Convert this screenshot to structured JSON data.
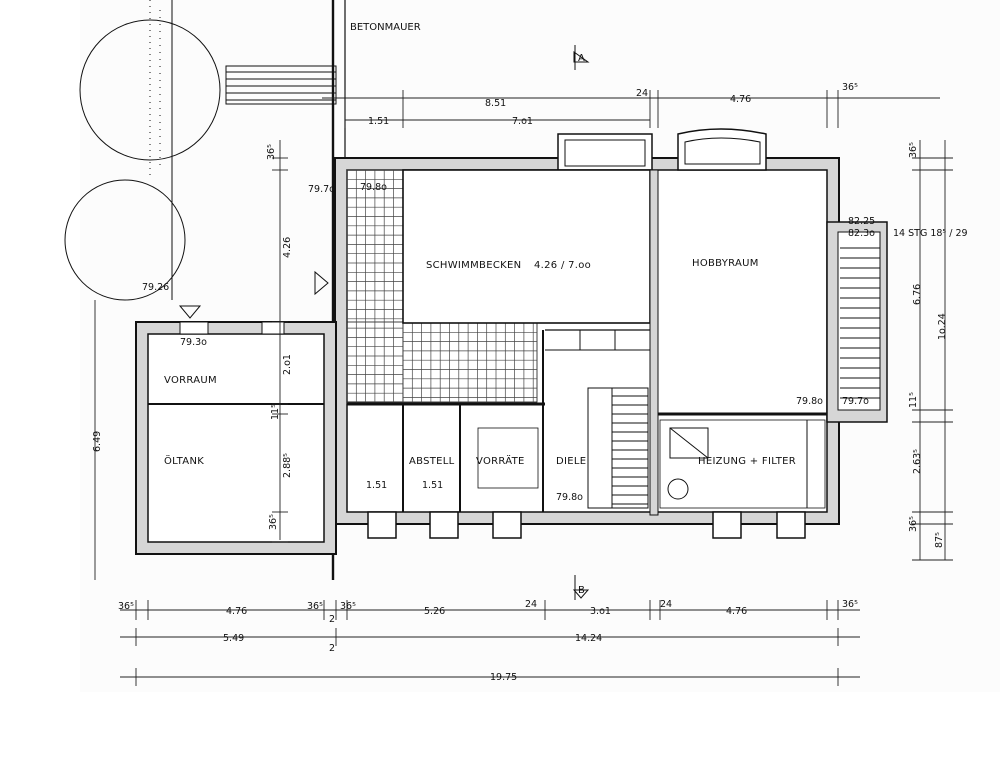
{
  "labels": {
    "betonmauer": "BETONMAUER",
    "section_a": "A",
    "section_b": "B",
    "schwimmbecken": "SCHWIMMBECKEN",
    "schwimmbecken_size": "4.26 / 7.oo",
    "hobbyraum": "HOBBYRAUM",
    "vorraum": "VORRAUM",
    "oeltank": "ÖLTANK",
    "abstell": "ABSTELL",
    "vorraete": "VORRÄTE",
    "diele": "DIELE",
    "heizung": "HEIZUNG + FILTER",
    "stairs_note": "14 STG 18⁵ / 29"
  },
  "levels": {
    "l_79_7_left": "79.7o",
    "l_79_8_pool": "79.8o",
    "l_79_26": "79.26",
    "l_79_3": "79.3o",
    "l_79_8_hobby": "79.8o",
    "l_79_7_stair": "79.7o",
    "l_79_8_diele": "79.8o",
    "l_82_25": "82.25",
    "l_82_3": "82.3o"
  },
  "dims": {
    "top_851": "8.51",
    "top_24": "24",
    "top_476": "4.76",
    "top_365": "36⁵",
    "top_151": "1.51",
    "top_701": "7.o1",
    "left_365": "36⁵",
    "left_426": "4.26",
    "left_449": "6.49",
    "mid_201": "2.o1",
    "mid_115": "11⁵",
    "mid_2885": "2.88⁵",
    "mid_365": "36⁵",
    "right_365_top": "36⁵",
    "right_676": "6.76",
    "right_1024": "1o.24",
    "right_115": "11⁵",
    "right_2635": "2.63⁵",
    "right_365_bot": "36⁵",
    "right_875": "87⁵",
    "room_151_a": "1.51",
    "room_151_b": "1.51",
    "b1_365a": "36⁵",
    "b1_476": "4.76",
    "b1_365b": "36⁵",
    "b1_365c": "36⁵",
    "b1_526": "5.26",
    "b1_24a": "24",
    "b1_301": "3.o1",
    "b1_24b": "24",
    "b1_476b": "4.76",
    "b1_365d": "36⁵",
    "b1_2": "2",
    "b2_549": "5.49",
    "b2_1424": "14.24",
    "b2_2": "2",
    "b3_1975": "19.75"
  }
}
